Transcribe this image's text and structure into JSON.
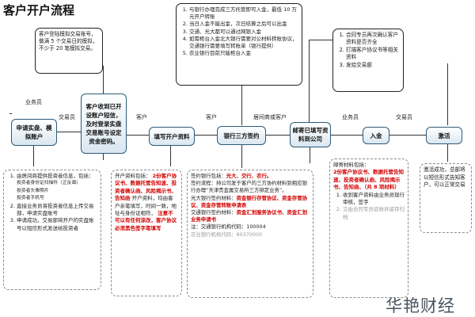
{
  "title": "客户开户流程",
  "watermark": "华艳财经",
  "roles": {
    "investor": "业务员",
    "trader_top": "交易员",
    "client": "客户",
    "exchange": "居间商或客户",
    "sales": "业务员",
    "trader_right": "交易员"
  },
  "flow": {
    "apply": "申请实盘、模拟账户",
    "receive": "客户收到已开设账户短信，及时登录实盘交易账号设定资金密码。",
    "fill": "填写开户资料",
    "bank": "银行三方签约",
    "mail": "邮寄已填写资料到公司",
    "deposit": "入金",
    "activate": "激活"
  },
  "notes": {
    "login": "客户登陆模拟交易账号，做满 5 个交易日的模拟，不少于 20 笔模拟交易。",
    "bank_top": [
      "与银行办理完成三方托管即可入金，最低 10 万元开户转账",
      "当日入金不能出金，次日结算之后可以出金",
      "交通、光大都可以通过网银入金",
      "如需柜台入金北大银行需要对公材料转账协议，交通银行需要填写转账单（银行提供）",
      "农业银行目前只能柜台入金"
    ],
    "confirm": [
      "合同专员再次确认客户资料是否齐全",
      "打描客户协议书等相关资料",
      "发给交易部"
    ],
    "investor_info": {
      "items": [
        "由居间商提供投资者信息，包括：",
        "直接业务员将投资者信息上传交易部，申请实盘账号",
        "申请成功，交易部将开户的实盘账号以短信形式发送给投资者"
      ],
      "sub": [
        "投资者身份证扫描件（正反面）",
        "投资者头像照片",
        "投资者手机号"
      ]
    },
    "open_docs": {
      "intro": "开户资料包括：",
      "red1": "2份客户协议书、数据托管告知速、投资者确认函、风险揭示书、告知函",
      "mid": "开户资料，均由客户亲笔填写，时间一致，地址与身份证相符，",
      "red2": "注意不可以有任何涂改，客户协议必须黑色签字笔填写"
    },
    "bank_docs": {
      "p1": "签约银行包括：",
      "p1_red": "光大、交行、农行。",
      "p2": "签约流程：持公司发于客户的三方协约材料到相应银行办理“天津贵金属交易所三方绑定业务”。",
      "p3": "光大银行签约材料：",
      "p3_red": "资金银行存管协议、资金存管协议、资金存管转账申请表",
      "p4": "交通银行签约材料：",
      "p4_red": "资金汇划服务协议书、资金汇划业务申请书",
      "p5": "注：交通银行机构代码：",
      "p5_code": "100004",
      "p6": "农业银行机构代码：",
      "p6_code": "80370000"
    },
    "mail_docs": {
      "intro": "邮寄材料包括：",
      "red": "2份客户协议书、数据托管告知速、投资者确认函、风险揭示书、告知函、（共 8 项材料）",
      "items": [
        "收到客户资料由业务员现行审核，签字",
        "交由合同专员验收并留存归档"
      ]
    },
    "activate_note": "激活成功，总部将以短信形式告知客户，可以正常交易"
  }
}
